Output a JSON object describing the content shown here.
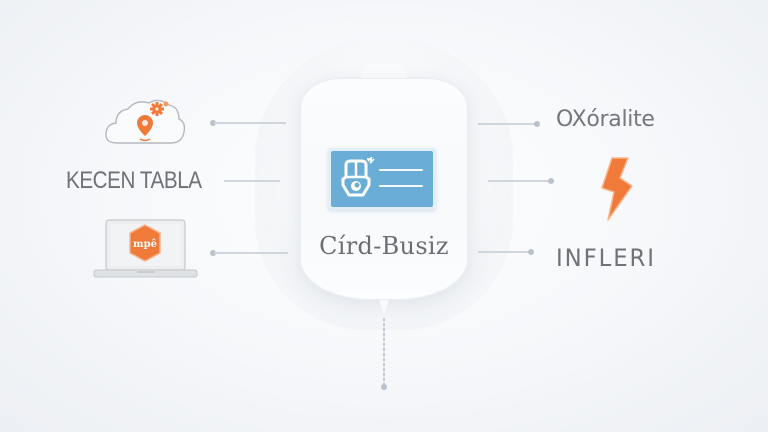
{
  "diagram": {
    "hub": {
      "label": "Círd-Busiz",
      "icon": "id-card-icon"
    },
    "left_nodes": [
      {
        "type": "icon",
        "icon": "cloud-location-gear-icon"
      },
      {
        "type": "text",
        "label": "KECEN TABLA"
      },
      {
        "type": "icon",
        "icon": "laptop-hexagon-badge-icon",
        "badge_text": "mpê"
      }
    ],
    "right_nodes": [
      {
        "type": "text",
        "label": "OXóralite"
      },
      {
        "type": "icon",
        "icon": "lightning-bolt-icon"
      },
      {
        "type": "text",
        "label": "INFLERI"
      }
    ],
    "bottom_connector": {
      "style": "dotted"
    },
    "colors": {
      "accent_orange": "#f07a3a",
      "card_blue": "#6aaed8",
      "text_gray": "#6e7176",
      "connector": "#cfd6dd",
      "background": "#f5f7fa"
    }
  }
}
